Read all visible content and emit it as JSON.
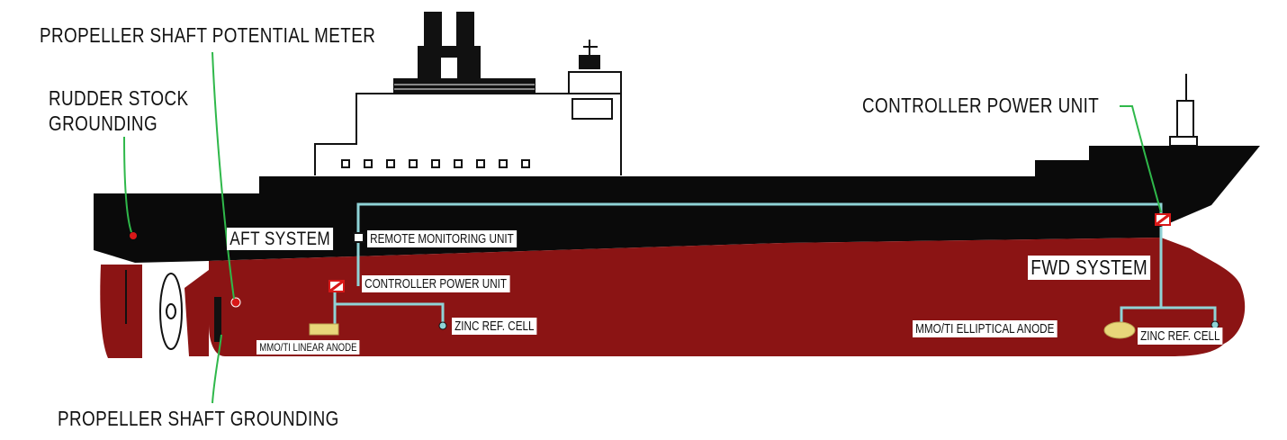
{
  "labels": {
    "propeller_shaft_potential_meter": "PROPELLER SHAFT POTENTIAL METER",
    "rudder_stock_grounding_line1": "RUDDER STOCK",
    "rudder_stock_grounding_line2": "GROUNDING",
    "controller_power_unit_fwd": "CONTROLLER POWER UNIT",
    "aft_system": "AFT SYSTEM",
    "remote_monitoring_unit": "REMOTE MONITORING UNIT",
    "fwd_system": "FWD SYSTEM",
    "controller_power_unit_aft": "CONTROLLER POWER UNIT",
    "zinc_ref_cell_aft": "ZINC REF. CELL",
    "mmo_ti_linear_anode": "MMO/TI LINEAR ANODE",
    "mmo_ti_elliptical_anode": "MMO/TI ELLIPTICAL ANODE",
    "zinc_ref_cell_fwd": "ZINC REF. CELL",
    "propeller_shaft_grounding": "PROPELLER SHAFT GROUNDING"
  },
  "colors": {
    "hull_topside": "#0a0a0a",
    "hull_underwater": "#8b1414",
    "cable": "#8fd3d6",
    "leader_line": "#2fb84a",
    "unit_red": "#d81818",
    "anode_yellow": "#e8d77a"
  }
}
